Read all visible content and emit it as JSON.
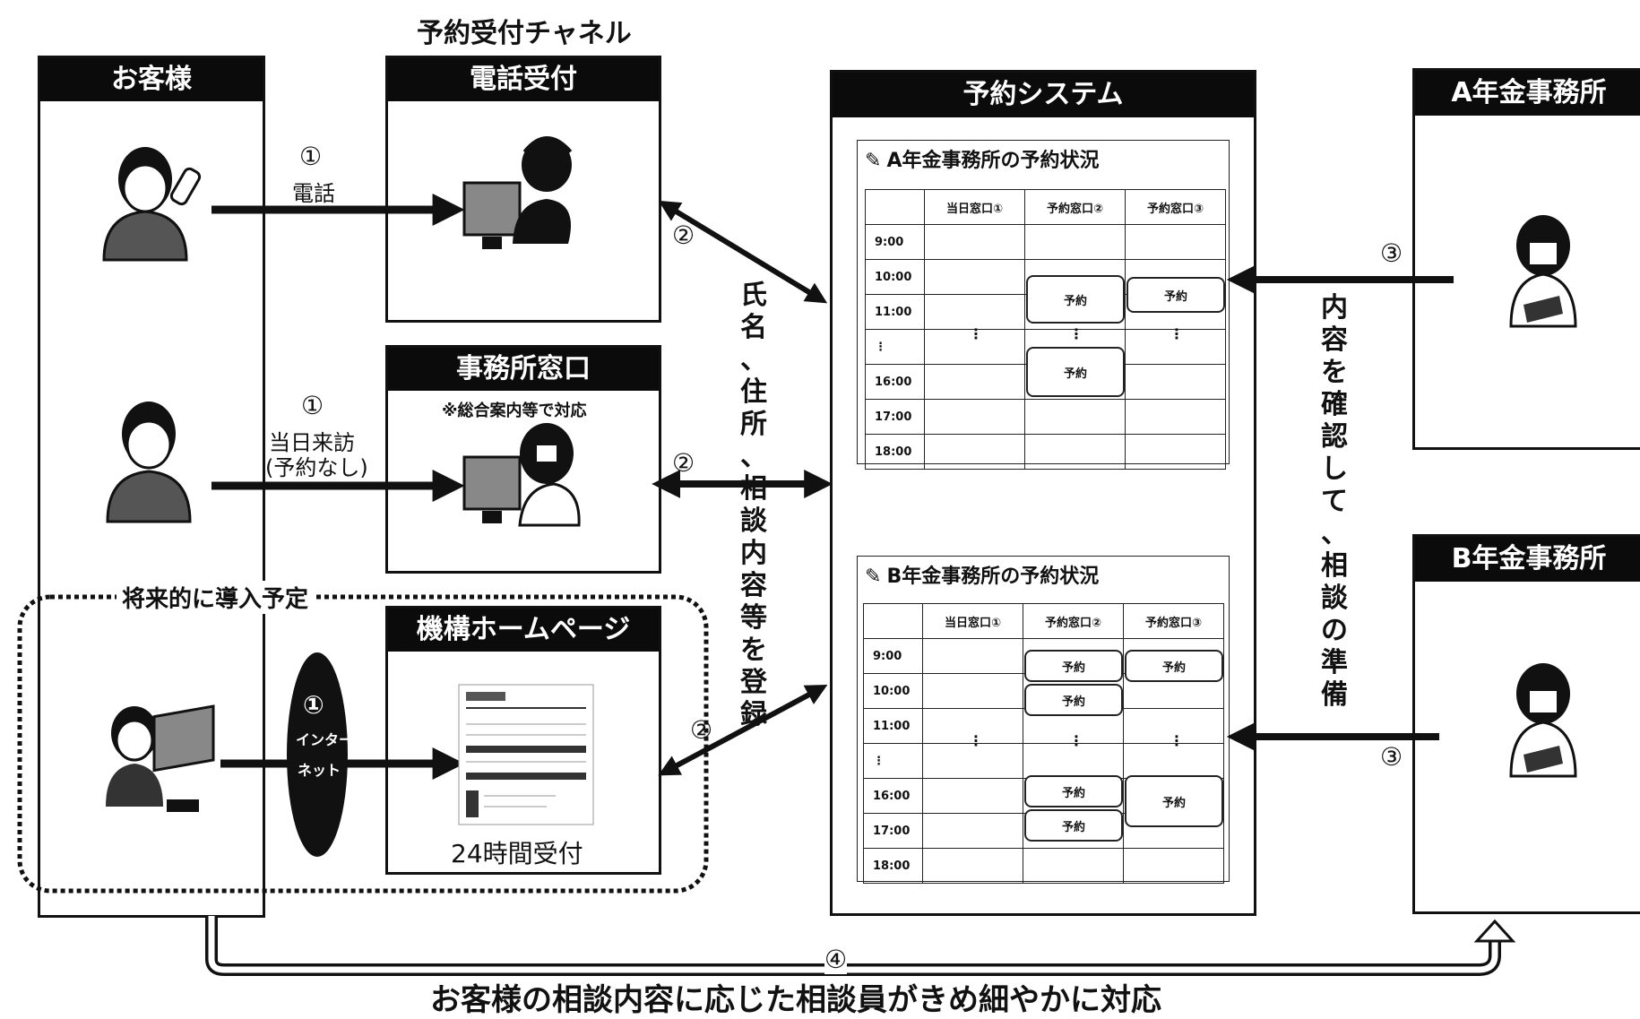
{
  "channel_title": "予約受付チャネル",
  "customer": {
    "title": "お客様"
  },
  "phone": {
    "title": "電話受付"
  },
  "window": {
    "title": "事務所窓口",
    "note": "※総合案内等で対応"
  },
  "web": {
    "title": "機構ホームページ",
    "note": "24時間受付"
  },
  "future_label": "将来的に導入予定",
  "step1_phone": {
    "num": "①",
    "label": "電話"
  },
  "step1_visit": {
    "num": "①",
    "label1": "当日来訪",
    "label2": "(予約なし)"
  },
  "step1_net": {
    "num": "①",
    "label1": "インター",
    "label2": "ネット"
  },
  "step2": "②",
  "step3": "③",
  "step4": "④",
  "register_text": [
    "氏",
    "名",
    "、",
    "住",
    "所",
    "、",
    "相",
    "談",
    "内",
    "容",
    "等",
    "を",
    "登",
    "録"
  ],
  "confirm_text": [
    "内",
    "容",
    "を",
    "確",
    "認",
    "し",
    "て",
    "、",
    "相",
    "談",
    "の",
    "準",
    "備"
  ],
  "system": {
    "title": "予約システム"
  },
  "office_a": {
    "title": "A年金事務所"
  },
  "office_b": {
    "title": "B年金事務所"
  },
  "schedule_a": {
    "title": "A年金事務所の予約状況",
    "columns": [
      "当日窓口①",
      "予約窓口②",
      "予約窓口③"
    ],
    "times": [
      "9:00",
      "10:00",
      "11:00",
      "⋮",
      "16:00",
      "17:00",
      "18:00"
    ],
    "reserve_label": "予約",
    "ellipsis": "⋮"
  },
  "schedule_b": {
    "title": "B年金事務所の予約状況",
    "columns": [
      "当日窓口①",
      "予約窓口②",
      "予約窓口③"
    ],
    "times": [
      "9:00",
      "10:00",
      "11:00",
      "⋮",
      "16:00",
      "17:00",
      "18:00"
    ],
    "reserve_label": "予約",
    "ellipsis": "⋮"
  },
  "bottom_caption": "お客様の相談内容に応じた相談員がきめ細やかに対応",
  "icons": [
    "person-phone-icon",
    "operator-headset-icon",
    "person-icon",
    "receptionist-icon",
    "person-computer-icon",
    "web-page-icon",
    "consultant-icon",
    "pin-flag-icon"
  ]
}
